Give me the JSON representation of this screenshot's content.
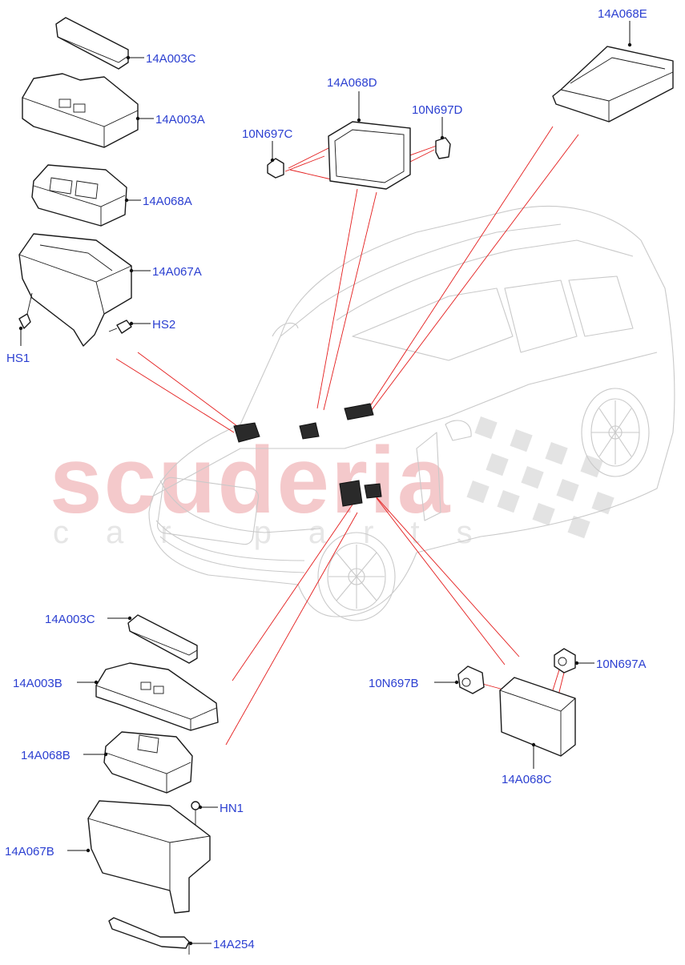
{
  "labels": {
    "p14A003C_top": "14A003C",
    "p14A003A": "14A003A",
    "p14A068A": "14A068A",
    "p14A067A": "14A067A",
    "pHS2": "HS2",
    "pHS1": "HS1",
    "p14A068D": "14A068D",
    "p10N697C": "10N697C",
    "p10N697D": "10N697D",
    "p14A068E": "14A068E",
    "p14A003C_bottom": "14A003C",
    "p14A003B": "14A003B",
    "p14A068B": "14A068B",
    "pHN1": "HN1",
    "p14A067B": "14A067B",
    "p14A254": "14A254",
    "p10N697B": "10N697B",
    "p10N697A": "10N697A",
    "p14A068C": "14A068C"
  },
  "watermark": {
    "brand": "scuderia",
    "sub": "car parts"
  },
  "colors": {
    "label": "#2b3fd1",
    "callout_line": "#e41d1d",
    "watermark": "#f4c9cb"
  }
}
